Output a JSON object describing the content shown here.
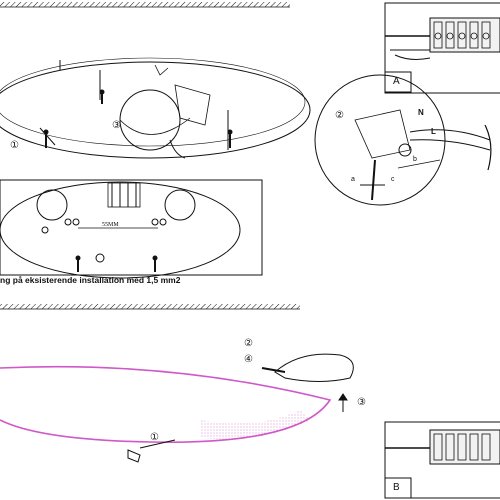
{
  "caption": "ng på  eksisterende installation med 1,5 mm2",
  "dimension_label": "55MM",
  "callouts": {
    "step_1": "①",
    "step_2": "②",
    "step_3": "③",
    "step_4": "④"
  },
  "wire_labels": {
    "neutral": "N",
    "live": "L",
    "a": "a",
    "b": "b",
    "c": "c"
  },
  "boxes": {
    "top_right": "A",
    "bottom_right": "B"
  },
  "colors": {
    "line": "#111111",
    "lamp_outline": "#d058c8",
    "highlight_box": "#d9d9d9"
  }
}
